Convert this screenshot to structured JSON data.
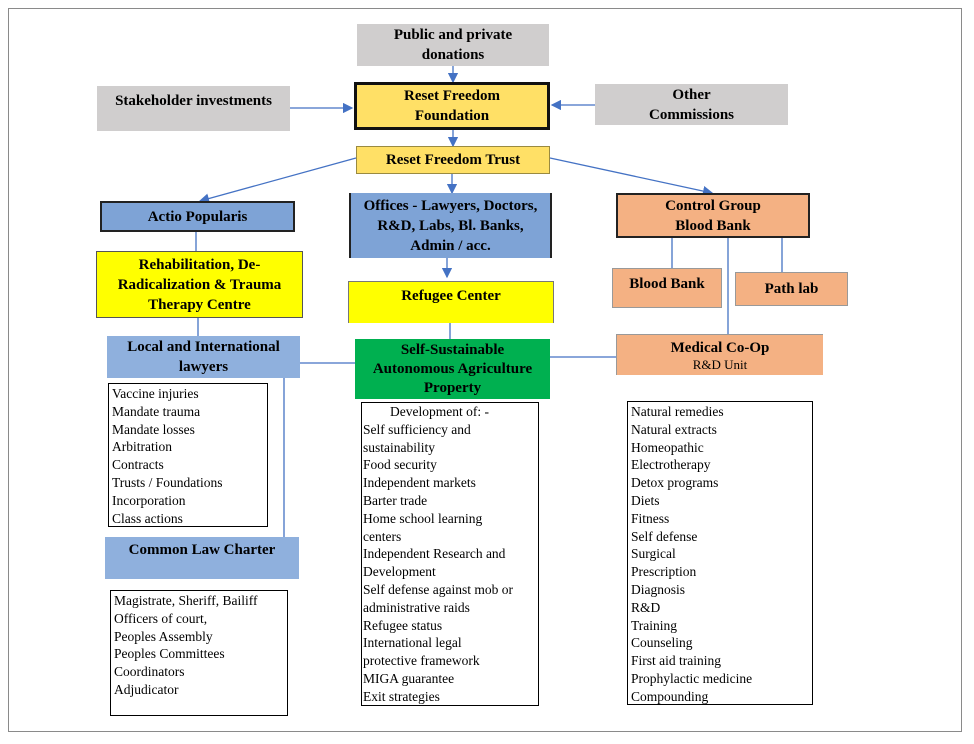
{
  "nodes": {
    "donations": "Public and private donations",
    "stakeholder": "Stakeholder investments",
    "foundation": "Reset Freedom Foundation",
    "other": "Other Commissions",
    "trust": "Reset Freedom Trust",
    "actio": "Actio Popularis",
    "offices": "Offices - Lawyers, Doctors, R&D, Labs, Bl. Banks, Admin / acc.",
    "control": "Control Group Blood Bank",
    "rehab": "Rehabilitation, De-Radicalization & Trauma Therapy Centre",
    "refugee": "Refugee Center",
    "bloodbank": "Blood Bank",
    "pathlab": "Path lab",
    "lawyers": "Local and International lawyers",
    "agri": "Self-Sustainable Autonomous Agriculture Property",
    "medical": "Medical Co-Op",
    "medical_sub": "R&D Unit",
    "charter": "Common Law Charter"
  },
  "lists": {
    "lawyers": [
      "Vaccine injuries",
      "Mandate trauma",
      "Mandate losses",
      "Arbitration",
      "Contracts",
      "Trusts / Foundations",
      "Incorporation",
      "Class actions"
    ],
    "charter": [
      "Magistrate, Sheriff, Bailiff",
      "Officers of court,",
      "Peoples Assembly",
      "Peoples Committees",
      "Coordinators",
      "Adjudicator"
    ],
    "development_header": "Development of: -",
    "development": [
      "Self sufficiency and",
      "sustainability",
      "Food security",
      "Independent markets",
      "Barter trade",
      "Home school learning",
      "centers",
      "Independent Research and",
      "Development",
      "Self defense against mob or",
      "administrative raids",
      "Refugee status",
      "International legal",
      "protective framework",
      "MIGA guarantee",
      "Exit strategies"
    ],
    "medical": [
      "Natural remedies",
      "Natural extracts",
      "Homeopathic",
      "Electrotherapy",
      "Detox programs",
      "Diets",
      "Fitness",
      "Self defense",
      "Surgical",
      "Prescription",
      "Diagnosis",
      "R&D",
      "Training",
      "Counseling",
      "First aid training",
      "Prophylactic medicine",
      "Compounding"
    ]
  },
  "colors": {
    "grey": "#d0cece",
    "yellow": "#ffe066",
    "bright_yellow": "#ffff00",
    "blue": "#7ea3d6",
    "green": "#00b050",
    "orange": "#f4b183",
    "connector": "#4472c4"
  }
}
